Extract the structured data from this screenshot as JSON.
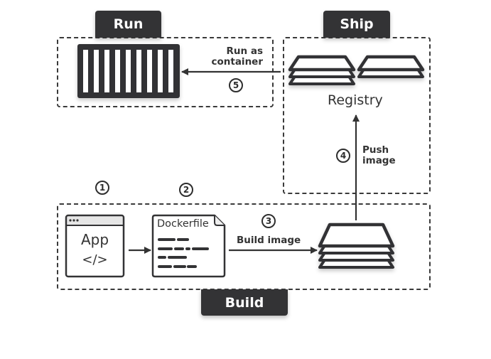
{
  "stages": {
    "run": {
      "label": "Run"
    },
    "ship": {
      "label": "Ship"
    },
    "build": {
      "label": "Build"
    }
  },
  "components": {
    "app": {
      "title": "App",
      "code": "</>"
    },
    "dockerfile": {
      "title": "Dockerfile"
    },
    "registry": {
      "label": "Registry"
    },
    "image_icon": "image-stack-icon",
    "container_icon": "container-icon"
  },
  "steps": [
    {
      "number": "1",
      "label": ""
    },
    {
      "number": "2",
      "label": ""
    },
    {
      "number": "3",
      "label": "Build image"
    },
    {
      "number": "4",
      "label_line1": "Push",
      "label_line2": "image"
    },
    {
      "number": "5",
      "label_line1": "Run as",
      "label_line2": "container"
    }
  ],
  "colors": {
    "tab_bg": "#333335",
    "stroke": "#333333",
    "background": "#ffffff"
  }
}
